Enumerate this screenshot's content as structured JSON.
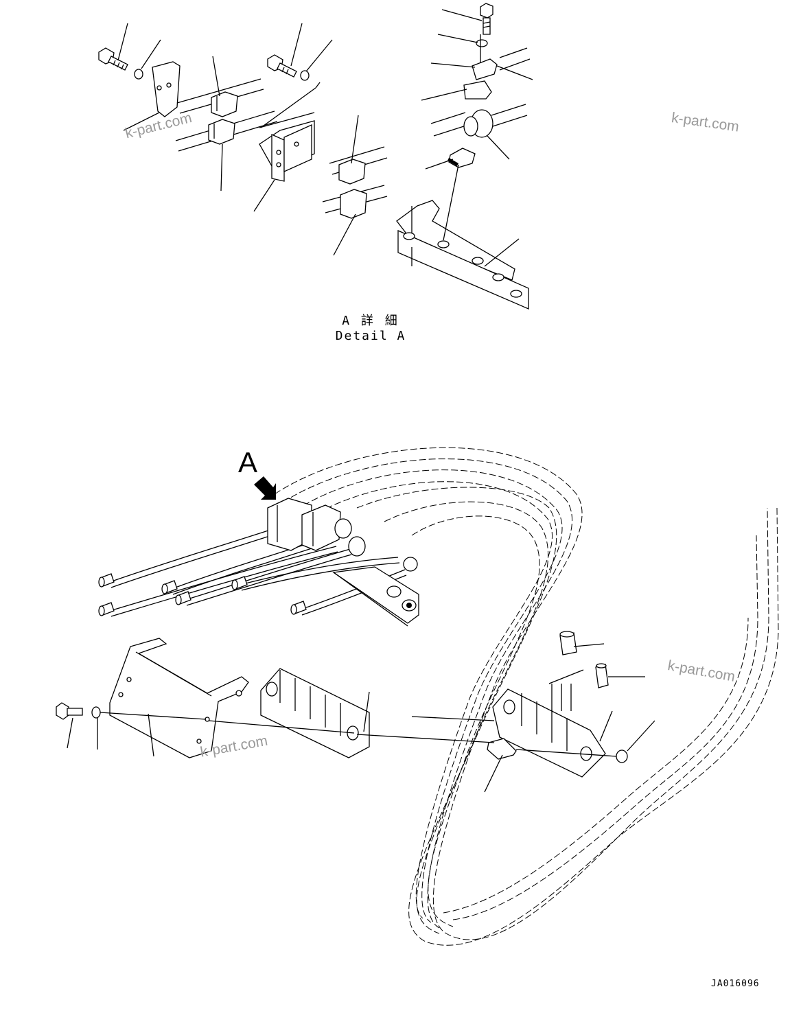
{
  "detail": {
    "caption_jp": "A 詳 細",
    "caption_en": "Detail A"
  },
  "callout": {
    "letter": "A"
  },
  "watermarks": [
    "k-part.com",
    "k-part.com",
    "k-part.com",
    "k-part.com"
  ],
  "drawing_number": "JA016096"
}
